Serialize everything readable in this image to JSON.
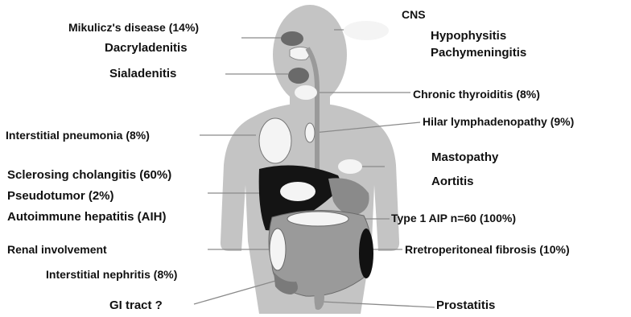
{
  "labels": {
    "mikulicz": "Mikulicz's disease (14%)",
    "dacryoadenitis": "Dacryladenitis",
    "sialadenitis": "Sialadenitis",
    "cns": "CNS",
    "hypophysitis": "Hypophysitis",
    "pachymeningitis": "Pachymeningitis",
    "thyroiditis": "Chronic thyroiditis  (8%)",
    "hilar": "Hilar lymphadenopathy (9%)",
    "pneumonia": "Interstitial pneumonia (8%)",
    "mastopathy": "Mastopathy",
    "aortitis": "Aortitis",
    "cholangitis": "Sclerosing cholangitis (60%)",
    "pseudotumor": "Pseudotumor  (2%)",
    "aih": "Autoimmune hepatitis (AIH)",
    "aip": "Type 1 AIP  n=60 (100%)",
    "renal": "Renal involvement",
    "retroperitoneal": "Rretroperitoneal fibrosis  (10%)",
    "nephritis": "Interstitial nephritis (8%)",
    "gi": "GI tract ?",
    "prostatitis": "Prostatitis"
  },
  "colors": {
    "body": "#c4c4c4",
    "organ_light": "#f4f4f4",
    "organ_dark": "#6a6a6a",
    "liver": "#141414",
    "intestine": "#9a9a9a",
    "leader_line": "#8a8a8a",
    "text": "#111111"
  }
}
